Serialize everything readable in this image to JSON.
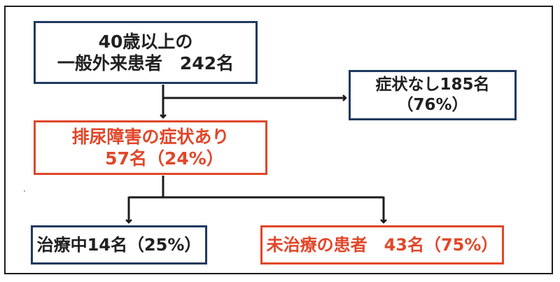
{
  "diagram": {
    "root": {
      "line1": "40歳以上の",
      "line2": "一般外来患者　242名"
    },
    "no_symptoms": {
      "line1": "症状なし185名",
      "line2": "（76%）"
    },
    "symptoms": {
      "line1": "排尿障害の症状あり",
      "line2": "57名（24%）"
    },
    "treated": {
      "line1": "治療中14名（25%）"
    },
    "untreated": {
      "line1": "未治療の患者　43名（75%）"
    },
    "colors": {
      "blue_border": "#1e3a5f",
      "red_accent": "#e0472a",
      "arrow": "#1c1c1c"
    }
  }
}
